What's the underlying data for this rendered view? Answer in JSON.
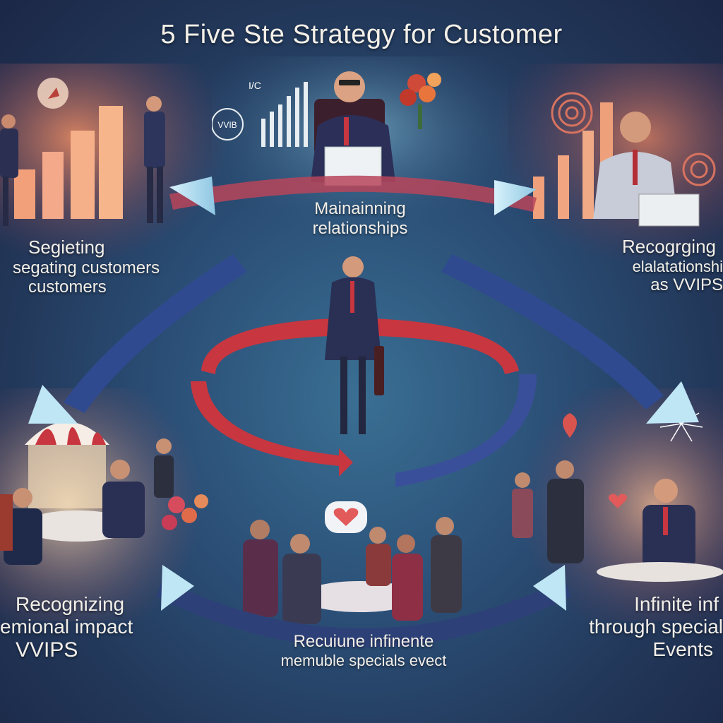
{
  "title": "5 Five Ste  Strategy for Customer",
  "vvib_badge": "VVIB",
  "vc_badge": "I/C",
  "steps": {
    "top_center": [
      "Mainainning",
      "relationships"
    ],
    "top_left": [
      "Segieting",
      "segating customers",
      "customers"
    ],
    "top_right": [
      "Recogrging",
      "elalatationshi",
      "as VVIPS"
    ],
    "bottom_left": [
      "Recognizing",
      "emional impact",
      "VVIPS"
    ],
    "bottom_center": [
      "Recuiune infinente",
      "memuble specials evect"
    ],
    "bottom_right": [
      "Infinite inf",
      "through special",
      "Events"
    ]
  },
  "colors": {
    "arrow_red": "#c8363f",
    "arrow_blue": "#3a4f9a",
    "arrow_light": "#bfe6f5",
    "warm_glow": "#e38a5d"
  }
}
